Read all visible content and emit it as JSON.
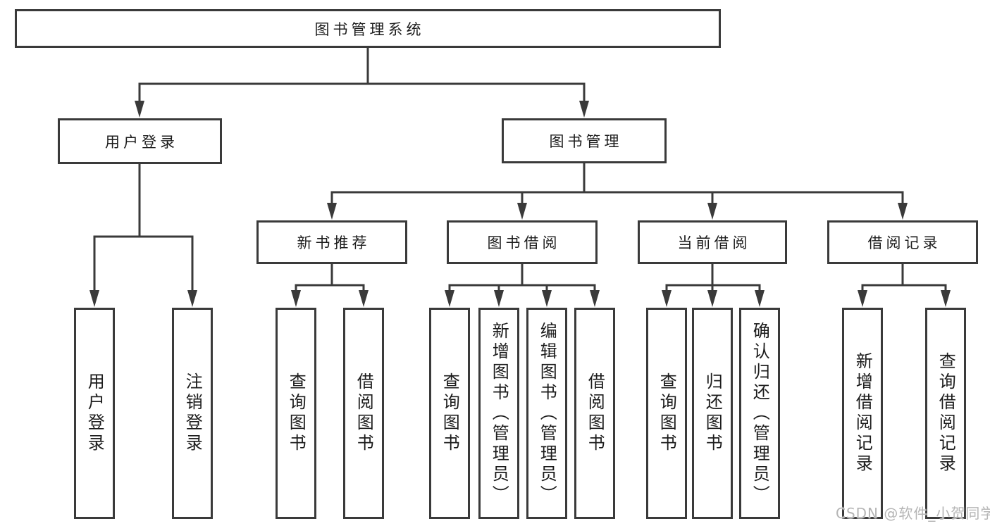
{
  "diagram": {
    "root": {
      "label": "图书管理系统"
    },
    "level2": [
      {
        "label": "用户登录"
      },
      {
        "label": "图书管理"
      }
    ],
    "level3": [
      {
        "label": "新书推荐"
      },
      {
        "label": "图书借阅"
      },
      {
        "label": "当前借阅"
      },
      {
        "label": "借阅记录"
      }
    ],
    "leaves": {
      "user_login": [
        "用户登录",
        "注销登录"
      ],
      "new_book": [
        "查询图书",
        "借阅图书"
      ],
      "book_borrow": [
        "查询图书",
        "新增图书（管理员）",
        "编辑图书（管理员）",
        "借阅图书"
      ],
      "current_borrow": [
        "查询图书",
        "归还图书",
        "确认归还（管理员）"
      ],
      "borrow_records": [
        "新增借阅记录",
        "查询借阅记录"
      ]
    }
  },
  "watermark": {
    "text": "CSDN @软件_小贺同学"
  },
  "colors": {
    "line": "#3a3a3a",
    "text": "#1c1c1c",
    "watermark": "#b5b5b5",
    "background": "#ffffff"
  }
}
